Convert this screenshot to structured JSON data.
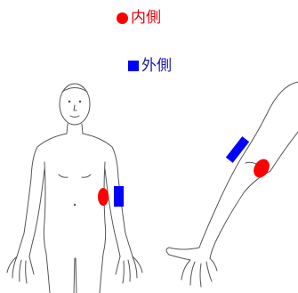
{
  "legend": {
    "inner": {
      "label": "内側",
      "marker": "circle-marker",
      "color": "#ff0000"
    },
    "outer": {
      "label": "外側",
      "marker": "square-marker",
      "color": "#0000ff"
    }
  },
  "figures": {
    "body": "front-body-outline",
    "arm": "bent-arm-outline"
  }
}
